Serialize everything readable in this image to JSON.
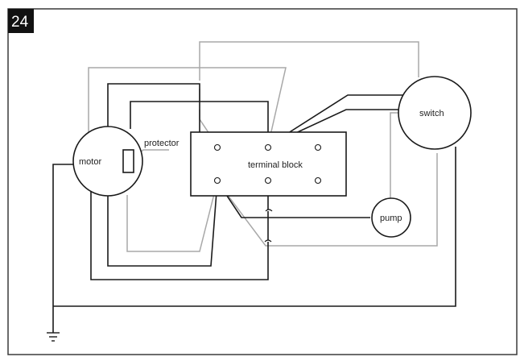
{
  "figure": {
    "number": "24"
  },
  "components": {
    "motor": "motor",
    "protector": "protector",
    "terminal_block": "terminal block",
    "switch": "switch",
    "pump": "pump"
  },
  "colors": {
    "wire_dark": "#1a1a1a",
    "wire_light": "#a8a8a8",
    "frame": "#3a3a3a"
  }
}
